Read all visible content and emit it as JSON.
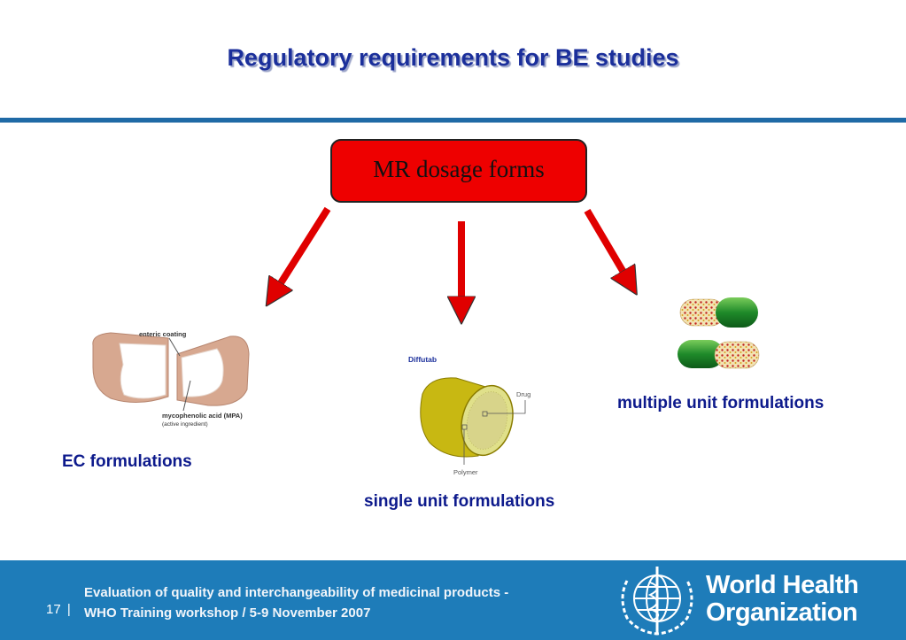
{
  "slide": {
    "title": "Regulatory requirements for BE studies",
    "root_box_label": "MR dosage forms"
  },
  "branches": {
    "ec": {
      "label": "EC formulations",
      "diagram": {
        "callout_top": "enteric coating",
        "callout_bottom_1": "mycophenolic acid (MPA)",
        "callout_bottom_2": "(active ingredient)"
      }
    },
    "single": {
      "label": "single unit formulations",
      "diagram": {
        "title": "Diffutab",
        "callout_drug": "Drug",
        "callout_polymer": "Polymer"
      }
    },
    "multiple": {
      "label": "multiple unit formulations"
    }
  },
  "footer": {
    "page_number": "17",
    "separator": "|",
    "line1": "Evaluation of quality and interchangeability of medicinal products -",
    "line2": "WHO Training workshop / 5-9 November 2007",
    "org_line1": "World Health",
    "org_line2": "Organization"
  },
  "colors": {
    "title": "#1b2f9b",
    "box_fill": "#ee0000",
    "arrow": "#e00000",
    "label": "#0d1a8c",
    "footer_bg": "#1e7cb9"
  }
}
